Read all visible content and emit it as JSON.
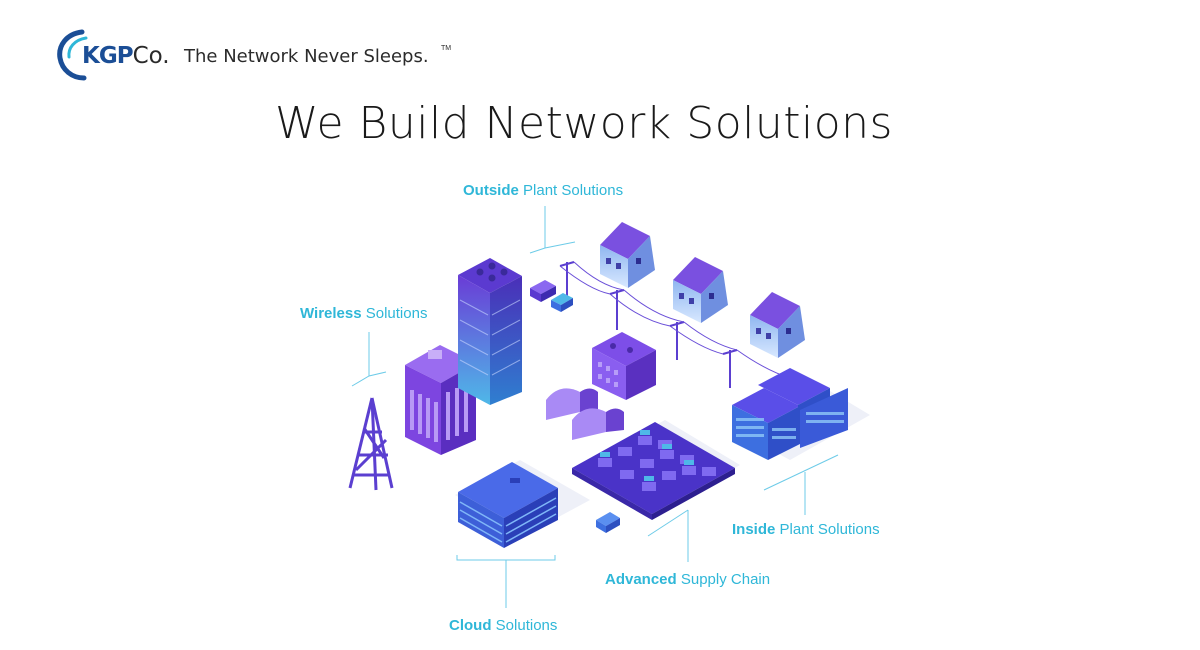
{
  "brand": {
    "logo_letters": "KGP",
    "logo_suffix": "Co.",
    "tagline": "The Network Never Sleeps.",
    "trademark": "TM",
    "primary_color": "#1b4e96",
    "accent_color": "#2fb7d8"
  },
  "headline": "We Build Network Solutions",
  "labels": {
    "outside": {
      "bold": "Outside",
      "rest": " Plant Solutions"
    },
    "wireless": {
      "bold": "Wireless",
      "rest": " Solutions"
    },
    "inside": {
      "bold": "Inside",
      "rest": " Plant Solutions"
    },
    "supply": {
      "bold": "Advanced",
      "rest": " Supply Chain"
    },
    "cloud": {
      "bold": "Cloud",
      "rest": " Solutions"
    }
  },
  "illustration": {
    "palette": {
      "purple": "#6a3cd6",
      "violet": "#8b5cf6",
      "blue": "#3d6fe0",
      "cyan": "#4fb8e8"
    }
  }
}
